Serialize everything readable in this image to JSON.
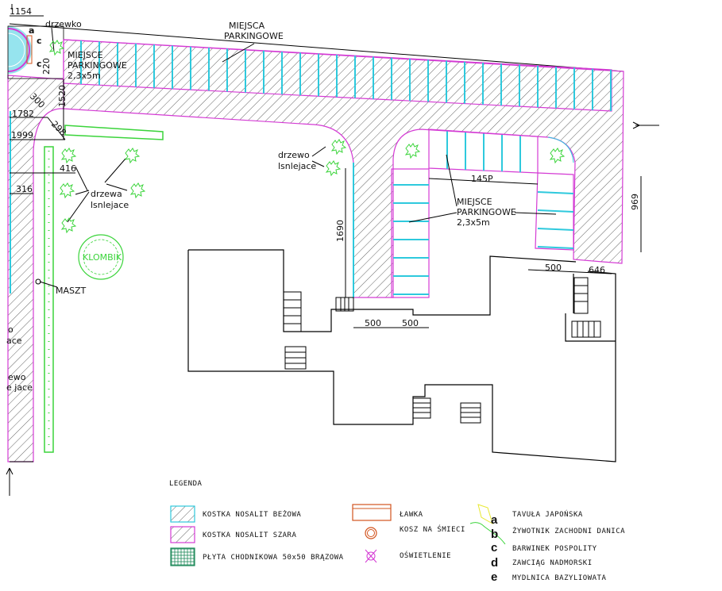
{
  "plan": {
    "labels": {
      "dim_1154": "1154",
      "drzewko": "drzewko",
      "a": "a",
      "c1": "c",
      "c2": "c",
      "dim_220": "220",
      "dim_1520": "1520",
      "dim_300": "300",
      "dim_1782": "1782",
      "dim_1999": "1999",
      "dim_298": "298",
      "dim_416": "416",
      "dim_316": "316",
      "parking_left_1": "MIEJSCE",
      "parking_left_2": "PARKINGOWE",
      "parking_left_3": "2,3x5m",
      "parking_top_1": "MIEJSCA",
      "parking_top_2": "PARKINGOWE",
      "trees_left_1": "drzewa",
      "trees_left_2": "lsnlejace",
      "tree_mid_1": "drzewo",
      "tree_mid_2": "lsnlejace",
      "dim_1452": "145P",
      "parking_mid_1": "MIEJSCE",
      "parking_mid_2": "PARKINGOWE",
      "parking_mid_3": "2,3x5m",
      "dim_1690": "1690",
      "dim_969": "969",
      "dim_500a": "500",
      "dim_646": "646",
      "dim_500b": "500",
      "dim_500c": "500",
      "klombik": "KLOMBIK",
      "maszt": "MASZT",
      "clip_1": "o",
      "clip_2": "ace",
      "clip_3": "ewo",
      "clip_4": "e jace"
    }
  },
  "legend": {
    "title": "LEGENDA",
    "materials": [
      {
        "label": "KOSTKA NOSALIT BEŻOWA",
        "color": "#2ec9dd"
      },
      {
        "label": "KOSTKA NOSALIT SZARA",
        "color": "#d43bd4"
      },
      {
        "label": "PŁYTA CHODNIKOWA 50x50 BRĄZOWA",
        "color": "#1f8a5a"
      }
    ],
    "objects": [
      {
        "label": "ŁAWKA"
      },
      {
        "label": "KOSZ NA ŚMIECI"
      },
      {
        "label": "OŚWIETLENIE"
      }
    ],
    "plants": [
      {
        "key": "a",
        "label": "TAVUŁA JAPOŃSKA"
      },
      {
        "key": "b",
        "label": "ŻYWOTNIK ZACHODNI DANICA"
      },
      {
        "key": "c",
        "label": "BARWINEK POSPOLITY"
      },
      {
        "key": "d",
        "label": "ZAWCIĄG NADMORSKI"
      },
      {
        "key": "e",
        "label": "MYDLNICA BAZYLIOWATA"
      }
    ]
  },
  "colors": {
    "magenta": "#d43bd4",
    "cyan": "#2ec9dd",
    "green": "#3bd43b",
    "orange": "#d2541e"
  }
}
